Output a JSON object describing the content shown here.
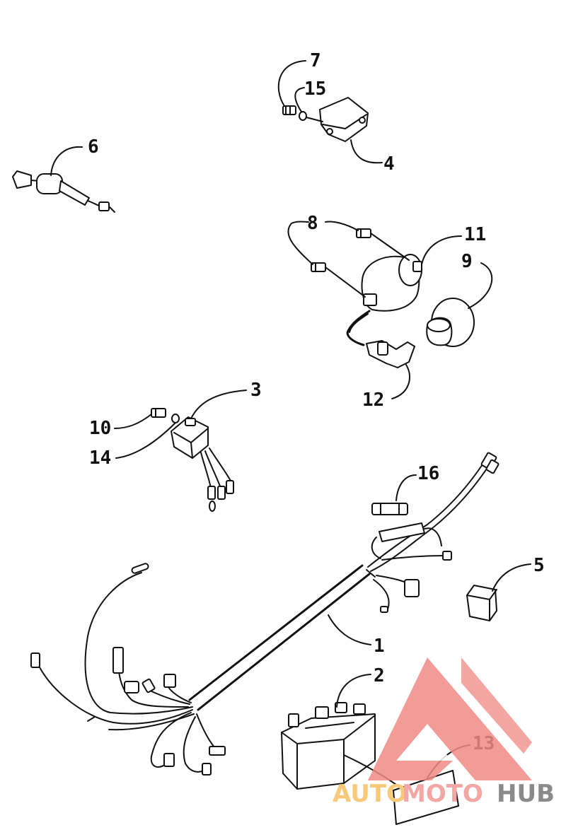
{
  "labels": {
    "p1": "1",
    "p2": "2",
    "p3": "3",
    "p4": "4",
    "p5": "5",
    "p6": "6",
    "p7": "7",
    "p8": "8",
    "p9": "9",
    "p10": "10",
    "p11": "11",
    "p12": "12",
    "p13": "13",
    "p14": "14",
    "p15": "15",
    "p16": "16"
  },
  "watermark": {
    "text_a": "AUTO",
    "text_b": "MOTO",
    "text_c": "HUB",
    "color_a": "#f9c97a",
    "color_b": "#f2a7a4",
    "color_c": "#8a8a8a",
    "logo_color": "#f08a86"
  }
}
